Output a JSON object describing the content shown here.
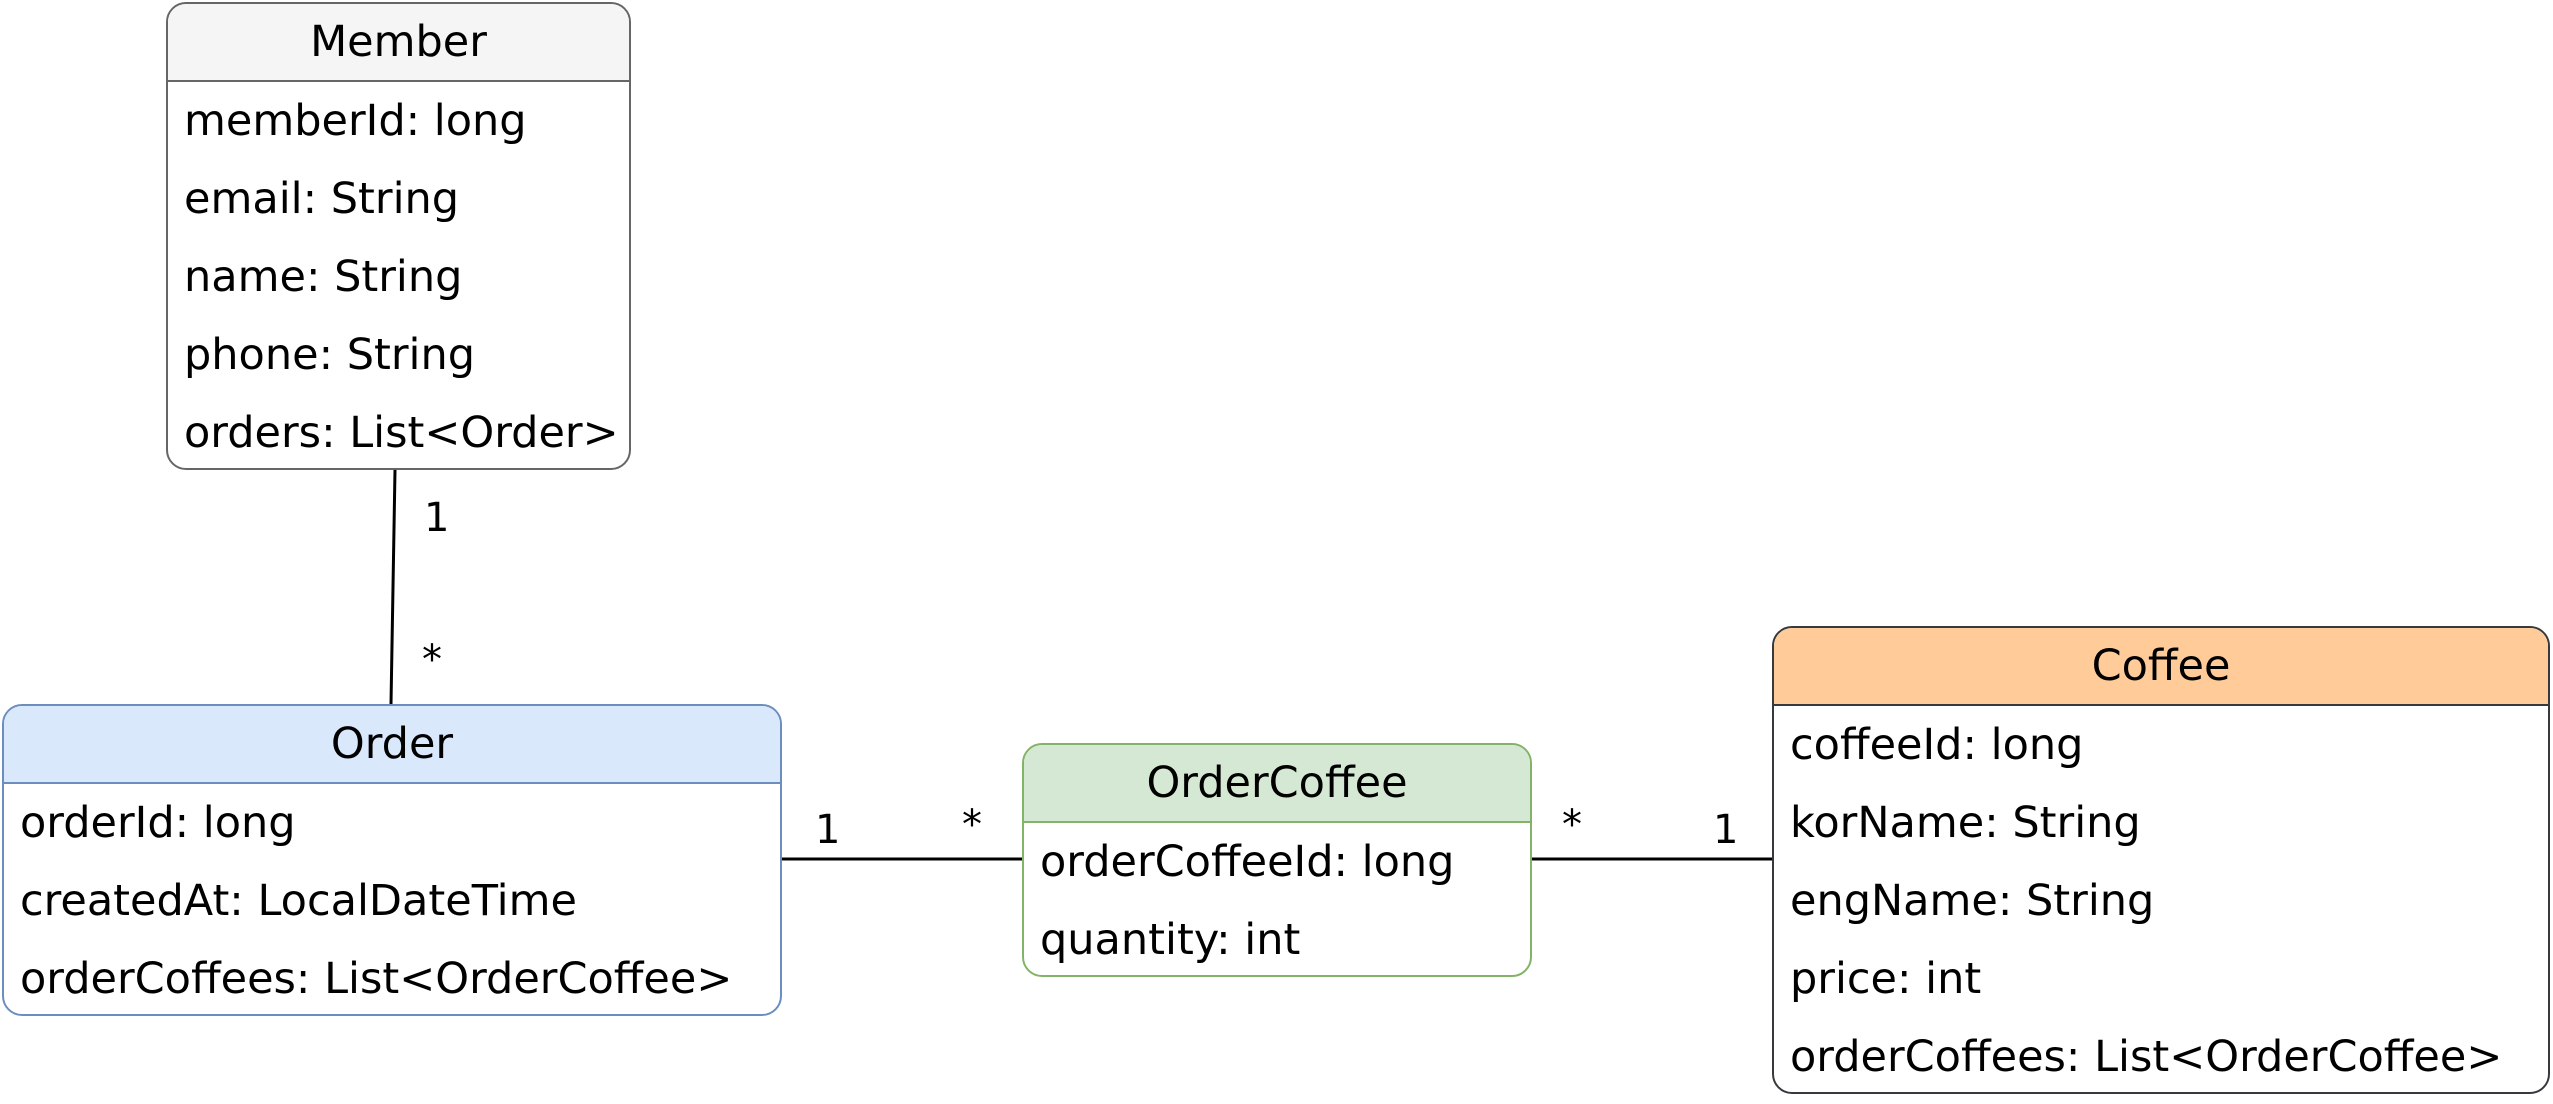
{
  "diagram": {
    "classes": {
      "member": {
        "name": "Member",
        "header_color": "#f5f5f5",
        "border_color": "#666666",
        "attributes": [
          "memberId: long",
          "email: String",
          "name: String",
          "phone: String",
          "orders: List<Order>"
        ]
      },
      "order": {
        "name": "Order",
        "header_color": "#dae8fc",
        "border_color": "#6c8ebf",
        "attributes": [
          "orderId: long",
          "createdAt: LocalDateTime",
          "orderCoffees: List<OrderCoffee>"
        ]
      },
      "order_coffee": {
        "name": "OrderCoffee",
        "header_color": "#d5e8d4",
        "border_color": "#82b366",
        "attributes": [
          "orderCoffeeId: long",
          "quantity: int"
        ]
      },
      "coffee": {
        "name": "Coffee",
        "header_color": "#ffcc99",
        "border_color": "#36393d",
        "attributes": [
          "coffeeId: long",
          "korName: String",
          "engName: String",
          "price: int",
          "orderCoffees: List<OrderCoffee>"
        ]
      }
    },
    "relationships": [
      {
        "from": "Member",
        "to": "Order",
        "from_mult": "1",
        "to_mult": "*"
      },
      {
        "from": "Order",
        "to": "OrderCoffee",
        "from_mult": "1",
        "to_mult": "*"
      },
      {
        "from": "OrderCoffee",
        "to": "Coffee",
        "from_mult": "*",
        "to_mult": "1"
      }
    ]
  }
}
